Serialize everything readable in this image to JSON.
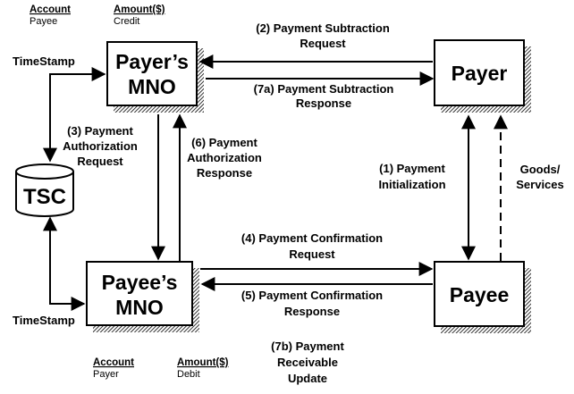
{
  "entities": {
    "payer_mno": {
      "line1": "Payer’s",
      "line2": "MNO"
    },
    "payee_mno": {
      "line1": "Payee’s",
      "line2": "MNO"
    },
    "payer": {
      "label": "Payer"
    },
    "payee": {
      "label": "Payee"
    },
    "tsc": {
      "label": "TSC"
    }
  },
  "ledger_top": {
    "account_header": "Account",
    "amount_header": "Amount($)",
    "account_value": "Payee",
    "amount_value": "Credit"
  },
  "ledger_bottom": {
    "account_header": "Account",
    "amount_header": "Amount($)",
    "account_value": "Payer",
    "amount_value": "Debit"
  },
  "timestamps": {
    "top": "TimeStamp",
    "bottom": "TimeStamp"
  },
  "steps": {
    "s1": {
      "line1": "(1) Payment",
      "line2": "Initialization"
    },
    "s2": {
      "line1": "(2) Payment Subtraction",
      "line2": "Request"
    },
    "s3": {
      "line1": "(3) Payment",
      "line2": "Authorization",
      "line3": "Request"
    },
    "s4": {
      "line1": "(4) Payment Confirmation",
      "line2": "Request"
    },
    "s5": {
      "line1": "(5) Payment Confirmation",
      "line2": "Response"
    },
    "s6": {
      "line1": "(6) Payment",
      "line2": "Authorization",
      "line3": "Response"
    },
    "s7a": {
      "line1": "(7a) Payment Subtraction",
      "line2": "Response"
    },
    "s7b": {
      "line1": "(7b) Payment",
      "line2": "Receivable",
      "line3": "Update"
    }
  },
  "goods": {
    "line1": "Goods/",
    "line2": "Services"
  }
}
